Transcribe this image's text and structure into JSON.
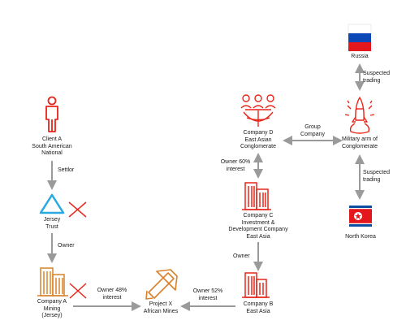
{
  "colors": {
    "red": "#e8251a",
    "orange": "#d9822b",
    "blue": "#29a9e0",
    "arrow": "#9a9a9a",
    "text": "#1a1a1a"
  },
  "nodes": {
    "client_a": {
      "icon": "person-icon",
      "lines": [
        "Client A",
        "South American",
        "National"
      ]
    },
    "jersey_trust": {
      "icon": "triangle-icon",
      "lines": [
        "Jersey",
        "Trust"
      ]
    },
    "company_a": {
      "icon": "office-building-icon",
      "lines": [
        "Company A",
        "Mining",
        "(Jersey)"
      ]
    },
    "project_x": {
      "icon": "hammer-icon",
      "lines": [
        "Project X",
        "African Mines"
      ]
    },
    "company_b": {
      "icon": "office-building-icon",
      "lines": [
        "Company B",
        "East Asia"
      ]
    },
    "company_c": {
      "icon": "office-building-icon",
      "lines": [
        "Company C",
        "Investment &",
        "Development Company",
        "East Asia"
      ]
    },
    "company_d": {
      "icon": "people-group-icon",
      "lines": [
        "Company D",
        "East Asian",
        "Conglomerate"
      ]
    },
    "military_arm": {
      "icon": "rocket-launch-icon",
      "lines": [
        "Military arm of",
        "Conglomerate"
      ]
    },
    "russia": {
      "icon": "russia-flag-icon",
      "lines": [
        "Russia"
      ]
    },
    "north_korea": {
      "icon": "north-korea-flag-icon",
      "lines": [
        "North Korea"
      ]
    }
  },
  "edges": {
    "settlor": {
      "lines": [
        "Settlor"
      ]
    },
    "owner_trust": {
      "lines": [
        "Owner"
      ]
    },
    "owner_48": {
      "lines": [
        "Owner 48%",
        "interest"
      ]
    },
    "owner_52": {
      "lines": [
        "Owner 52%",
        "interest"
      ]
    },
    "owner_c_b": {
      "lines": [
        "Owner"
      ]
    },
    "owner_60": {
      "lines": [
        "Owner 60%",
        "interest"
      ]
    },
    "group_company": {
      "lines": [
        "Group",
        "Company"
      ]
    },
    "suspected_russia": {
      "lines": [
        "Suspected",
        "trading"
      ]
    },
    "suspected_nk": {
      "lines": [
        "Suspected",
        "trading"
      ]
    }
  }
}
